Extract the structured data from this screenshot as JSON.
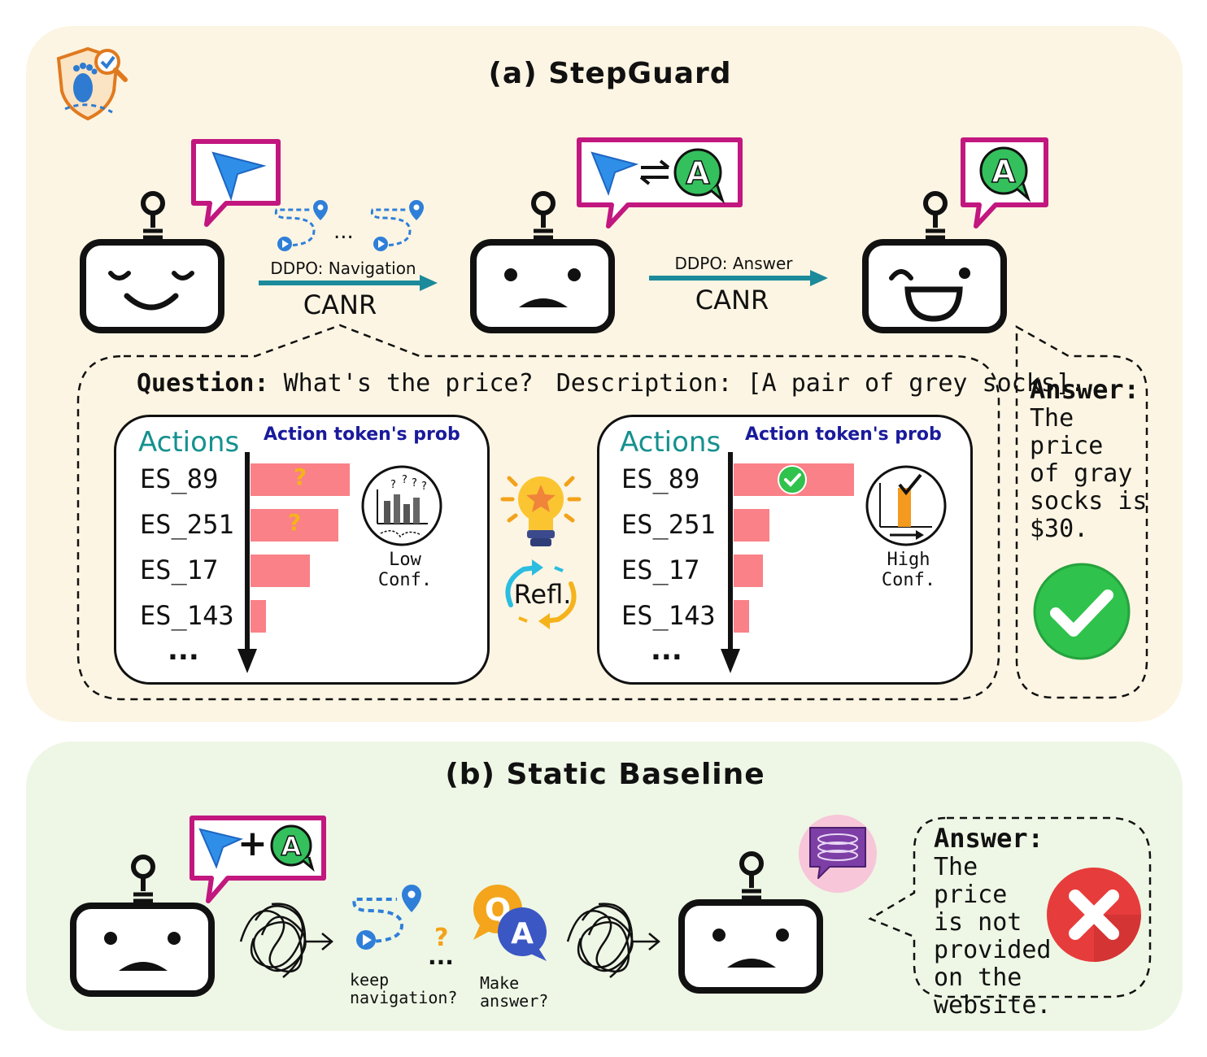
{
  "panel_a": {
    "title": "(a) StepGuard",
    "step1_label": "DDPO: Navigation",
    "step1_reward": "CANR",
    "step1_dots": "...",
    "step2_label": "DDPO: Answer",
    "step2_reward": "CANR",
    "question_label": "Question:",
    "question_text": "What's the price?",
    "description_label": "Description:",
    "description_text": "[A pair of grey socks].",
    "low_card": {
      "header_actions": "Actions",
      "header_prob": "Action token's prob",
      "actions": [
        "ES_89",
        "ES_251",
        "ES_17",
        "ES_143"
      ],
      "probs": [
        0.9,
        0.8,
        0.54,
        0.14
      ],
      "marks": [
        "?",
        "?",
        "",
        ""
      ],
      "more": "...",
      "conf_label": "Low Conf."
    },
    "high_card": {
      "header_actions": "Actions",
      "header_prob": "Action token's prob",
      "actions": [
        "ES_89",
        "ES_251",
        "ES_17",
        "ES_143"
      ],
      "probs": [
        1.0,
        0.3,
        0.24,
        0.13
      ],
      "more": "...",
      "conf_label": "High Conf."
    },
    "reflection_label": "Refl.",
    "answer_title": "Answer:",
    "answer_lines": [
      "The price",
      "of gray",
      "socks is",
      "$30."
    ]
  },
  "panel_b": {
    "title": "(b) Static Baseline",
    "plus": "+",
    "keep_nav_lines": [
      "keep",
      "navigation?"
    ],
    "question_mark": "?",
    "dots": "...",
    "make_answer_lines": [
      "Make",
      "answer?"
    ],
    "answer_title": "Answer:",
    "answer_lines": [
      "The price",
      "is not",
      "provided",
      "on the",
      "website."
    ]
  },
  "colors": {
    "panel_a_bg": "#fdf5e3",
    "panel_b_bg": "#eef7e5",
    "bar": "#f98187",
    "arrow_teal": "#1b8a9a",
    "bubble_border": "#c2177f",
    "actions_teal": "#15918f",
    "prob_blue": "#1a1a9c",
    "check_green": "#2fc24c",
    "cross_red": "#e73c3c"
  }
}
